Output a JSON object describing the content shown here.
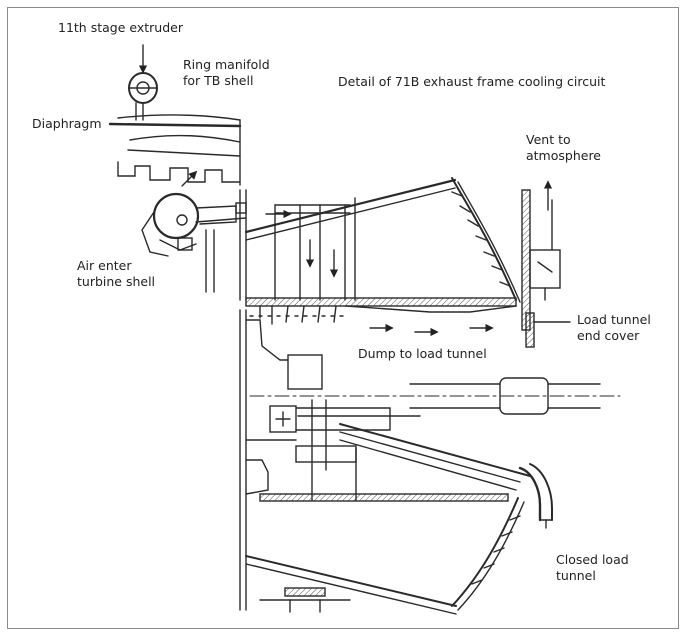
{
  "title": "Detail of 71B exhaust frame cooling circuit",
  "labels": {
    "extruder": "11th stage extruder",
    "ring_manifold": "Ring manifold\nfor TB shell",
    "diaphragm": "Diaphragm",
    "air_enter": "Air enter\nturbine shell",
    "vent": "Vent to\natmosphere",
    "load_tunnel_cover": "Load tunnel\nend cover",
    "dump": "Dump to load tunnel",
    "closed_tunnel": "Closed load\ntunnel"
  },
  "colors": {
    "ink": "#2a2a2a",
    "label": "#222222",
    "frame": "#8a8a8a"
  }
}
